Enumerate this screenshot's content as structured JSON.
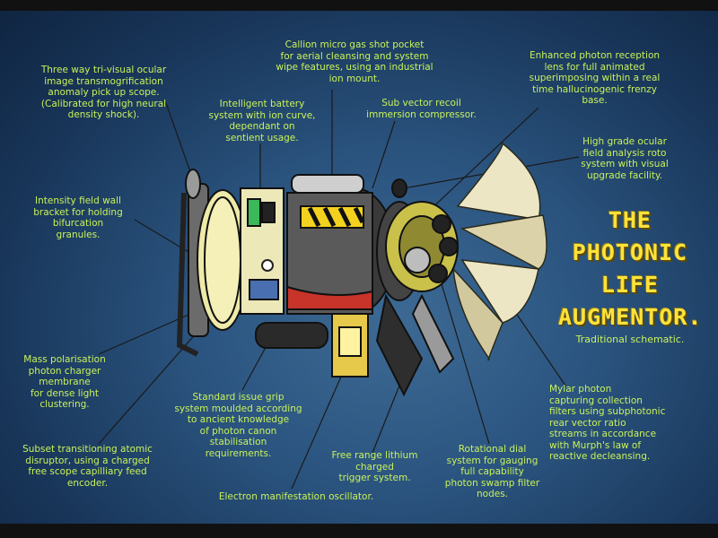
{
  "title": "THE\nPHOTONIC\nLIFE\nAUGMENTOR.",
  "subtitle": "Traditional schematic.",
  "labels": {
    "scope": "Three way tri-visual ocular\nimage transmogrification\nanomaly pick up scope.\n(Calibrated for high neural\ndensity shock).",
    "battery": "Intelligent battery\nsystem with ion curve,\ndependant on\nsentient usage.",
    "callion": "Callion micro gas shot pocket\nfor aerial cleansing and system\nwipe features, using an industrial\nion mount.",
    "subvector": "Sub vector recoil\nimmersion compressor.",
    "lens": "Enhanced photon reception\nlens for full animated\nsuperimposing within a real\ntime hallucinogenic frenzy\nbase.",
    "ocular": "High grade ocular\nfield analysis roto\nsystem with visual\nupgrade facility.",
    "bracket": "Intensity field wall\nbracket for holding\nbifurcation\ngranules.",
    "membrane": "Mass polarisation\nphoton charger\nmembrane\nfor dense light\nclustering.",
    "grip": "Standard issue grip\nsystem moulded according\nto ancient knowledge\nof photon canon\nstabilisation\nrequirements.",
    "disruptor": "Subset transitioning atomic\ndisruptor, using a charged\nfree scope capilliary feed\nencoder.",
    "trigger": "Free range lithium\ncharged\ntrigger system.",
    "dial": "Rotational dial\nsystem for gauging\nfull capability\nphoton swamp filter\nnodes.",
    "mylar": "Mylar photon\ncapturing collection\nfilters using subphotonic\nrear vector ratio\nstreams in accordance\nwith Murph's law of\nreactive decleansing.",
    "electron": "Electron manifestation oscillator."
  },
  "colors": {
    "label": "#c8f25a",
    "title": "#ffe23a",
    "background": "#2b5580",
    "frame": "#111111"
  }
}
